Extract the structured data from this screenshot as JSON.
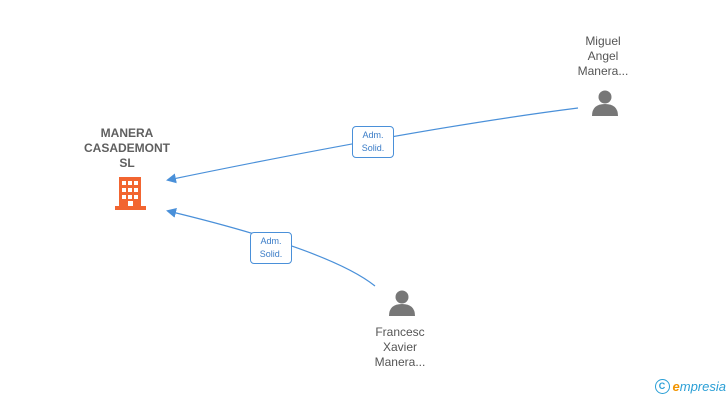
{
  "nodes": {
    "company": {
      "lines": [
        "MANERA",
        "CASADEMONT",
        "SL"
      ],
      "color": "#f26531"
    },
    "miguel": {
      "lines": [
        "Miguel",
        "Angel",
        "Manera..."
      ],
      "color": "#777777"
    },
    "francesc": {
      "lines": [
        "Francesc",
        "Xavier",
        "Manera..."
      ],
      "color": "#777777"
    }
  },
  "edges": [
    {
      "from": "Miguel Angel Manera...",
      "to": "MANERA CASADEMONT SL",
      "label": [
        "Adm.",
        "Solid."
      ]
    },
    {
      "from": "Francesc Xavier Manera...",
      "to": "MANERA CASADEMONT SL",
      "label": [
        "Adm.",
        "Solid."
      ]
    }
  ],
  "edge_color": "#4a90d9",
  "footer": {
    "copyright_symbol": "C",
    "brand_initial": "e",
    "brand_rest": "mpresia"
  }
}
